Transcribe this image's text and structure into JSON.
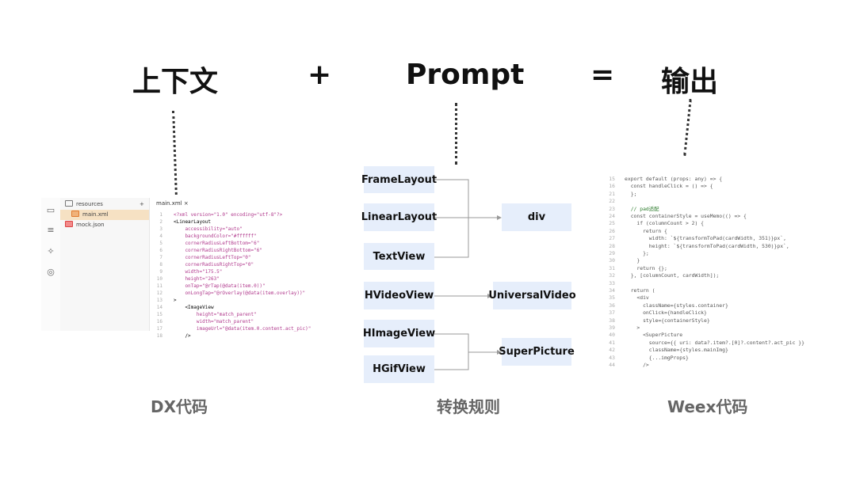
{
  "headings": {
    "context": "上下文",
    "plus": "+",
    "prompt": "Prompt",
    "equals": "=",
    "output": "输出"
  },
  "captions": {
    "dx": "DX代码",
    "rules": "转换规则",
    "weex": "Weex代码"
  },
  "ide": {
    "rail_icons": [
      "folder-icon",
      "sliders-icon",
      "puzzle-icon",
      "target-icon"
    ],
    "tree": {
      "folder": "resources",
      "add": "+",
      "file": "main.xml",
      "mock": "mock.json"
    },
    "tab": "main.xml ×",
    "lines": [
      {
        "n": "1",
        "t": "<?xml version=\"1.0\" encoding=\"utf-8\"?>"
      },
      {
        "n": "2",
        "t": "<LinearLayout"
      },
      {
        "n": "3",
        "t": "    accessibility=\"auto\""
      },
      {
        "n": "4",
        "t": "    backgroundColor=\"#ffffff\""
      },
      {
        "n": "5",
        "t": "    cornerRadiusLeftBottom=\"6\""
      },
      {
        "n": "6",
        "t": "    cornerRadiusRightBottom=\"6\""
      },
      {
        "n": "7",
        "t": "    cornerRadiusLeftTop=\"0\""
      },
      {
        "n": "8",
        "t": "    cornerRadiusRightTop=\"0\""
      },
      {
        "n": "9",
        "t": "    width=\"175.5\""
      },
      {
        "n": "10",
        "t": "    height=\"263\""
      },
      {
        "n": "11",
        "t": "    onTap=\"@rTap(@data(item.0))\""
      },
      {
        "n": "12",
        "t": "    onLongTap=\"@rOverlay(@data(item.overlay))\""
      },
      {
        "n": "13",
        "t": ">"
      },
      {
        "n": "14",
        "t": "    <ImageView"
      },
      {
        "n": "15",
        "t": "        height=\"match_parent\""
      },
      {
        "n": "16",
        "t": "        width=\"match_parent\""
      },
      {
        "n": "17",
        "t": "        imageUrl=\"@data(item.0.content.act_pic)\""
      },
      {
        "n": "18",
        "t": "    />"
      }
    ]
  },
  "rules": {
    "sources": [
      "FrameLayout",
      "LinearLayout",
      "TextView",
      "HVideoView",
      "HImageView",
      "HGifView"
    ],
    "targets": [
      "div",
      "UniversalVideo",
      "SuperPicture"
    ]
  },
  "weex": {
    "lines": [
      {
        "n": "15",
        "t": "export default (props: any) => {"
      },
      {
        "n": "16",
        "t": "  const handleClick = () => {"
      },
      {
        "n": "21",
        "t": "  };"
      },
      {
        "n": "22",
        "t": ""
      },
      {
        "n": "23",
        "t": "  // pad适配"
      },
      {
        "n": "24",
        "t": "  const containerStyle = useMemo(() => {"
      },
      {
        "n": "25",
        "t": "    if (columnCount > 2) {"
      },
      {
        "n": "26",
        "t": "      return {"
      },
      {
        "n": "27",
        "t": "        width: `${transformToPad(cardWidth, 351)}px`,"
      },
      {
        "n": "28",
        "t": "        height: `${transformToPad(cardWidth, 530)}px`,"
      },
      {
        "n": "29",
        "t": "      };"
      },
      {
        "n": "30",
        "t": "    }"
      },
      {
        "n": "31",
        "t": "    return {};"
      },
      {
        "n": "32",
        "t": "  }, [columnCount, cardWidth]);"
      },
      {
        "n": "33",
        "t": ""
      },
      {
        "n": "34",
        "t": "  return ("
      },
      {
        "n": "35",
        "t": "    <div"
      },
      {
        "n": "36",
        "t": "      className={styles.container}"
      },
      {
        "n": "37",
        "t": "      onClick={handleClick}"
      },
      {
        "n": "38",
        "t": "      style={containerStyle}"
      },
      {
        "n": "39",
        "t": "    >"
      },
      {
        "n": "40",
        "t": "      <SuperPicture"
      },
      {
        "n": "41",
        "t": "        source={{ uri: data?.item?.[0]?.content?.act_pic }}"
      },
      {
        "n": "42",
        "t": "        className={styles.mainImg}"
      },
      {
        "n": "43",
        "t": "        {...imgProps}"
      },
      {
        "n": "44",
        "t": "      />"
      }
    ]
  },
  "colors": {
    "box_fill": "#e6eefb",
    "attr": "#b0388c",
    "string": "#1c7a1c",
    "arrow": "#999999"
  }
}
